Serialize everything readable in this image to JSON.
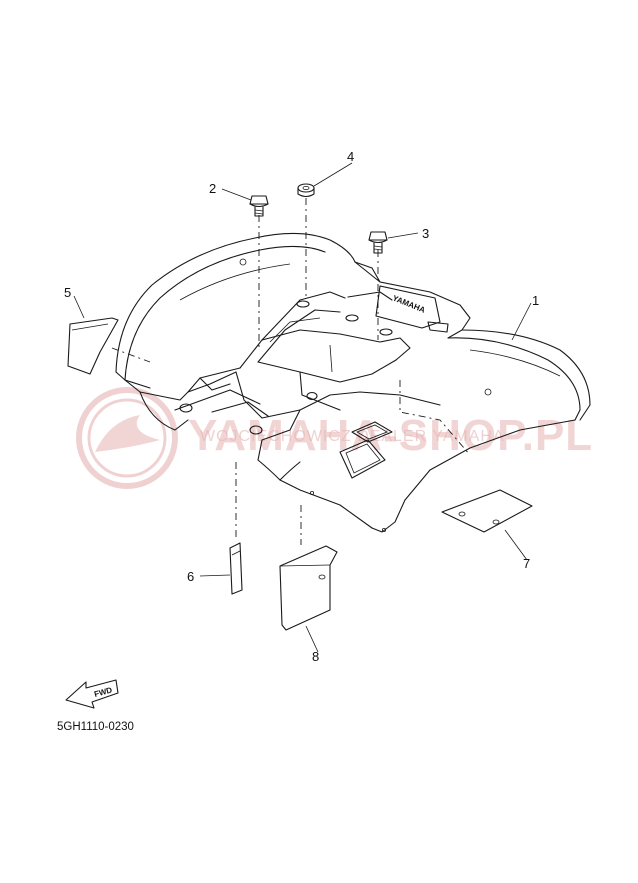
{
  "diagram": {
    "part_code": "5GH1110-0230",
    "fwd_label": "FWD",
    "emblem_text": "YAMAHA",
    "callouts": [
      {
        "id": "1",
        "label": "1"
      },
      {
        "id": "2",
        "label": "2"
      },
      {
        "id": "3",
        "label": "3"
      },
      {
        "id": "4",
        "label": "4"
      },
      {
        "id": "5",
        "label": "5"
      },
      {
        "id": "6",
        "label": "6"
      },
      {
        "id": "7",
        "label": "7"
      },
      {
        "id": "8",
        "label": "8"
      }
    ]
  },
  "watermark": {
    "main": "YAMAHA-SHOP.PL",
    "sub": "WOJCIECHOWICZ DEALER YAMAHA",
    "color": "#e6b3b3"
  }
}
